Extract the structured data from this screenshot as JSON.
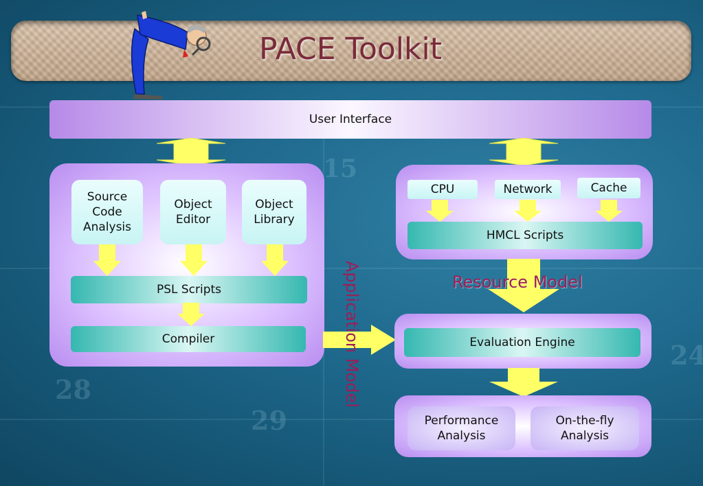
{
  "title": "PACE Toolkit",
  "user_interface": "User Interface",
  "application_side": {
    "boxes": [
      "Source\nCode\nAnalysis",
      "Object\nEditor",
      "Object\nLibrary"
    ],
    "psl": "PSL Scripts",
    "compiler": "Compiler"
  },
  "resource_side": {
    "boxes": [
      "CPU",
      "Network",
      "Cache"
    ],
    "hmcl": "HMCL Scripts"
  },
  "resource_model": "Resource Model",
  "application_model": "Application Model",
  "evaluation_engine": "Evaluation Engine",
  "analysis": [
    "Performance\nAnalysis",
    "On-the-fly\nAnalysis"
  ],
  "colors": {
    "panel": "#c8a6f4",
    "teal": "#35b8b0",
    "arrow": "#ffff66",
    "label": "#9a1f58",
    "title": "#7a2b3a"
  }
}
